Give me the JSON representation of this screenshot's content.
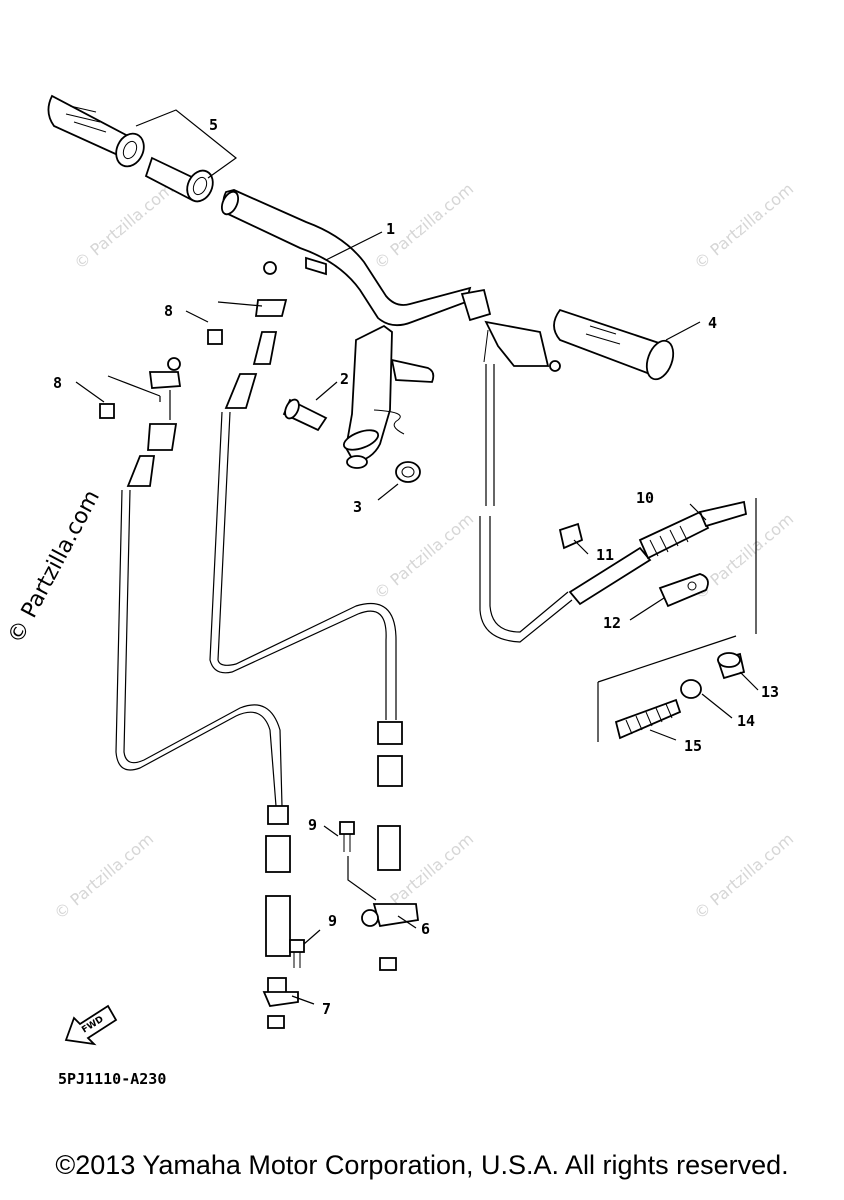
{
  "watermark": {
    "small": "© Partzilla.com",
    "large": "© Partzilla.com"
  },
  "labels": {
    "p1": "1",
    "p2": "2",
    "p3": "3",
    "p4": "4",
    "p5": "5",
    "p6": "6",
    "p7": "7",
    "p8a": "8",
    "p8b": "8",
    "p9a": "9",
    "p9b": "9",
    "p10": "10",
    "p11": "11",
    "p12": "12",
    "p13": "13",
    "p14": "14",
    "p15": "15"
  },
  "fwd_badge": "FWD",
  "diagram_code": "5PJ1110-A230",
  "copyright": "©2013 Yamaha Motor Corporation, U.S.A. All rights reserved."
}
